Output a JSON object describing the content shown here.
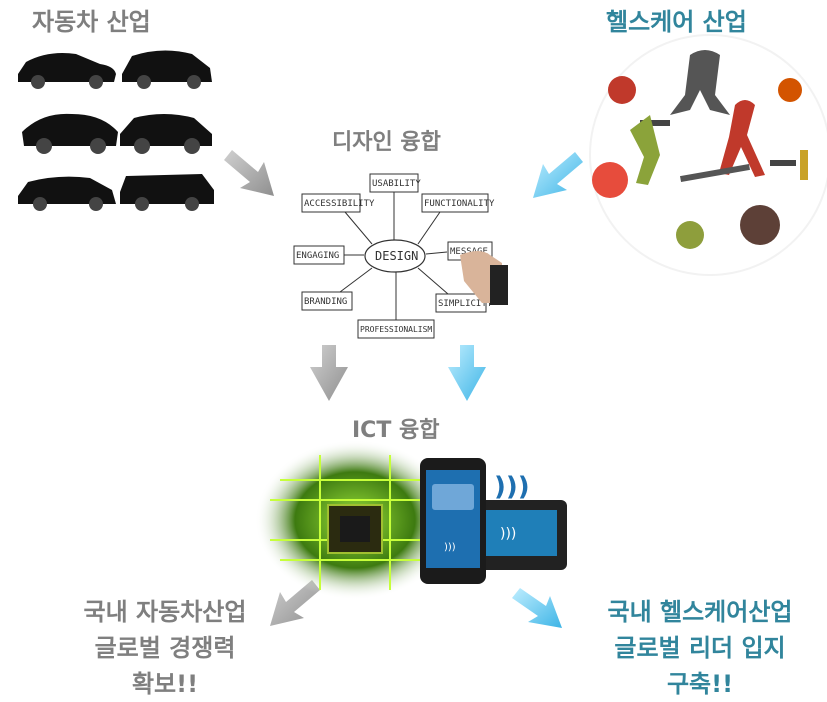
{
  "titles": {
    "automotive": "자동차 산업",
    "healthcare": "헬스케어 산업",
    "design": "디자인 융합",
    "ict": "ICT 융합"
  },
  "design_diagram": {
    "center": "DESIGN",
    "nodes": [
      "USABILITY",
      "ACCESSIBILITY",
      "FUNCTIONALITY",
      "ENGAGING",
      "MESSAGE",
      "BRANDING",
      "SIMPLICITY",
      "PROFESSIONALISM"
    ]
  },
  "results": {
    "automotive": [
      "국내 자동차산업",
      "글로벌 경쟁력",
      "확보!!"
    ],
    "healthcare": [
      "국내 헬스케어산업",
      "글로벌 리더 입지",
      "구축!!"
    ]
  },
  "colors": {
    "gray_text": "#7f7f7f",
    "teal_text": "#31859c",
    "gray_arrow": "#a6a6a6",
    "blue_arrow": "#5bc8f0",
    "circuit_green": "#6aa81e"
  },
  "icons": [
    "car-silhouettes",
    "healthcare-fitness-circle",
    "smartphone-payment-terminal",
    "circuit-board-chip"
  ]
}
